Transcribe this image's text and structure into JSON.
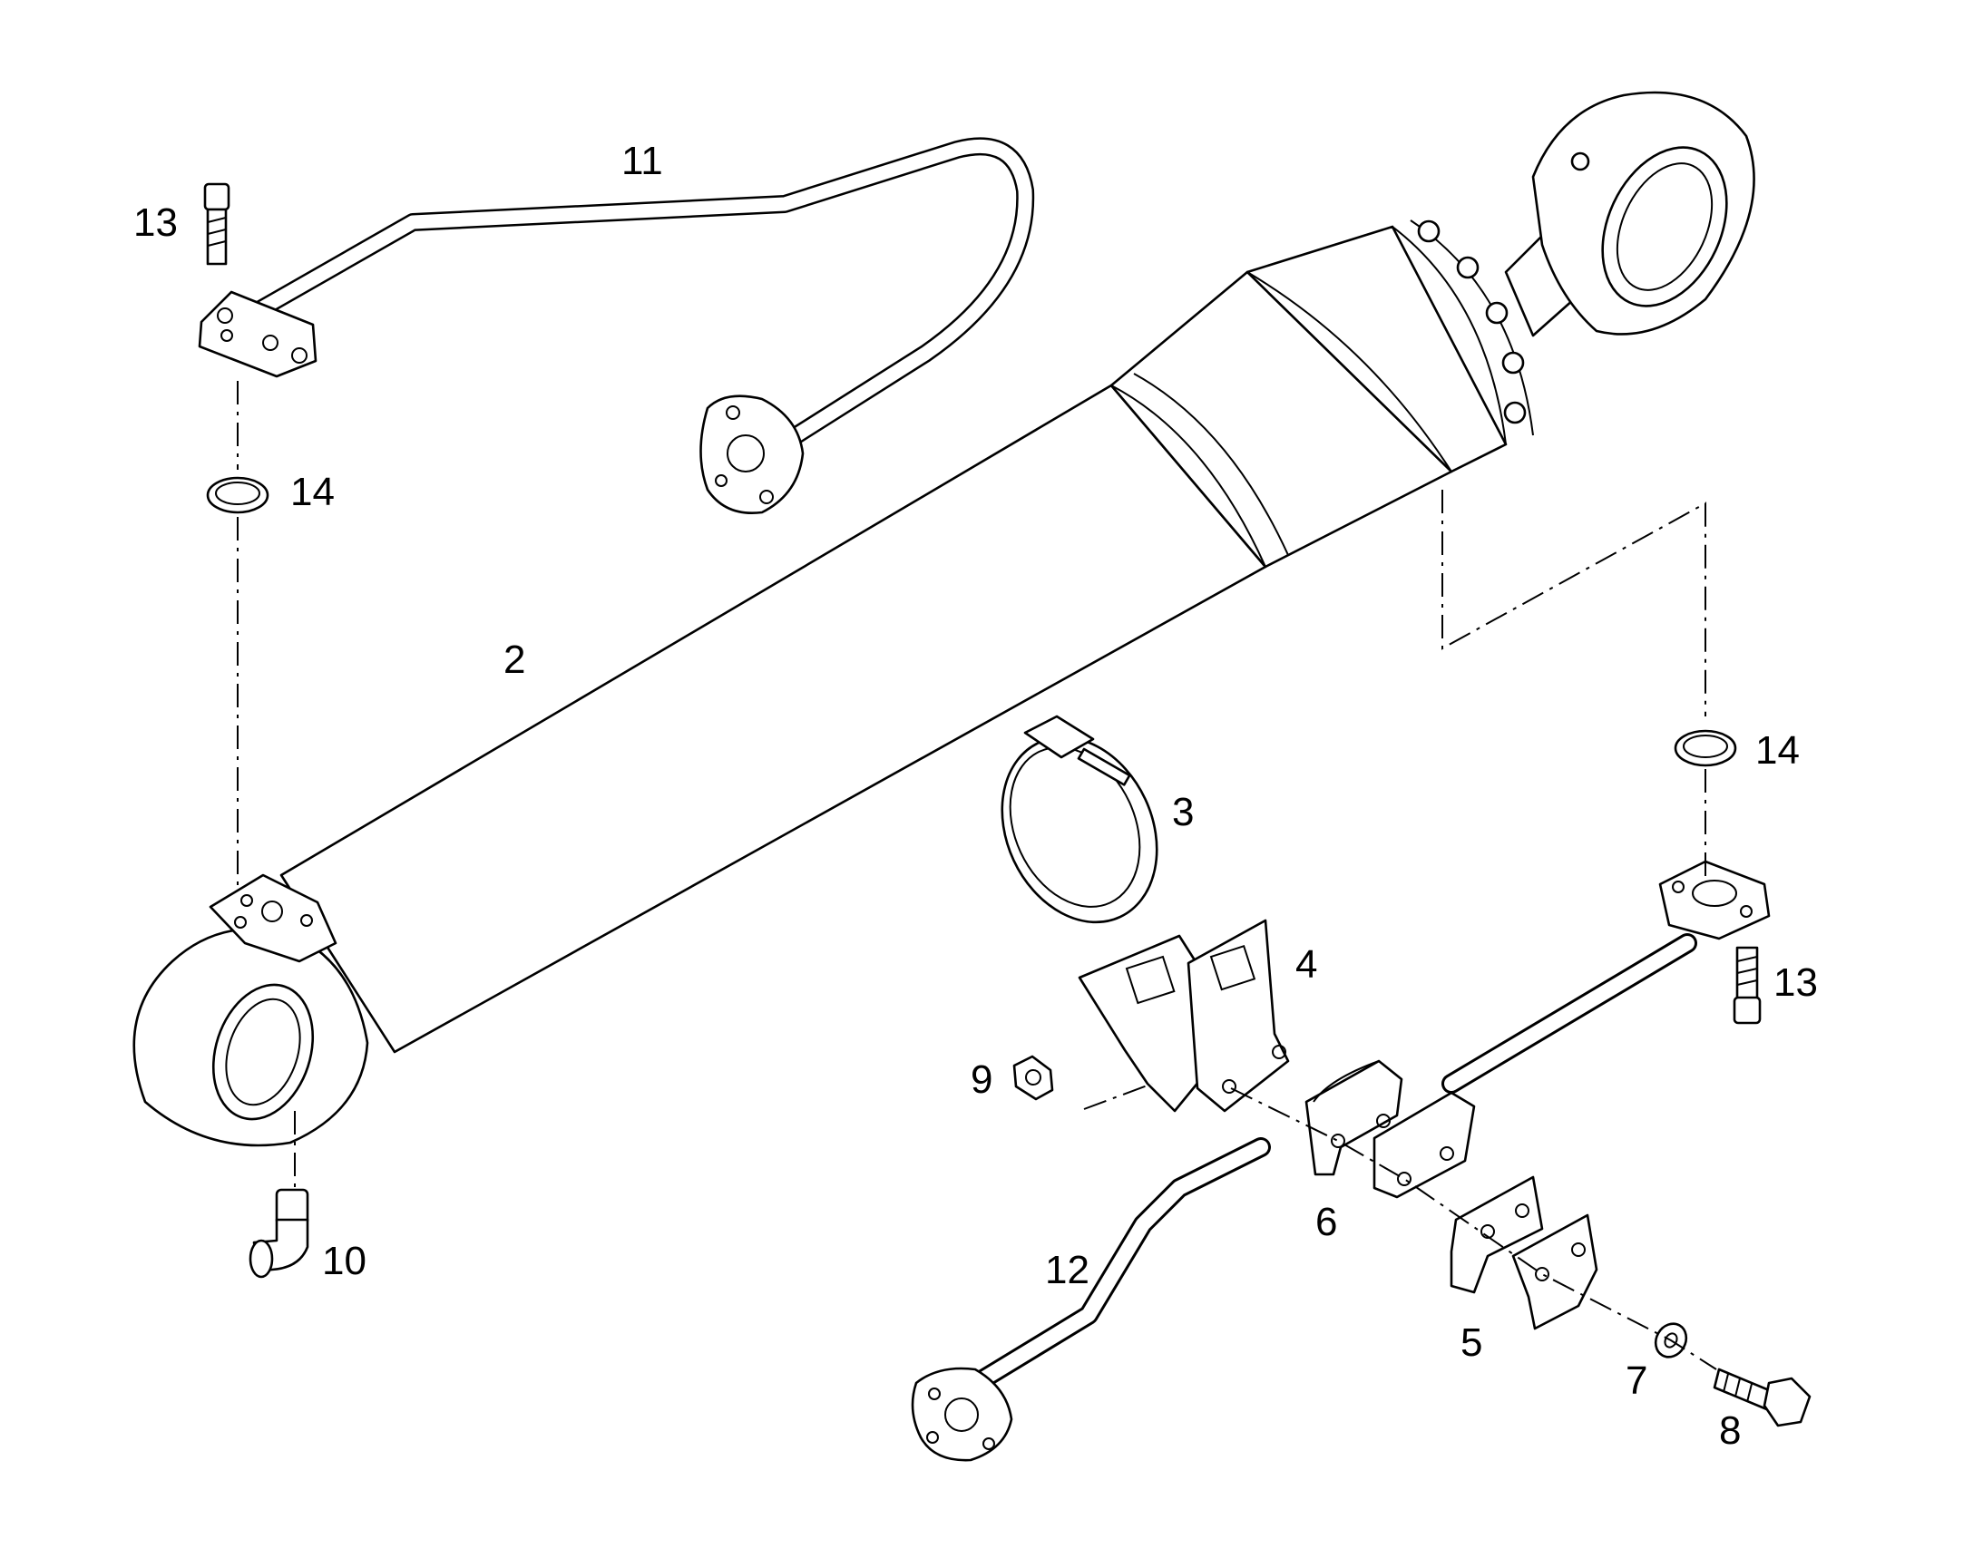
{
  "diagram": {
    "callouts": [
      {
        "id": "2",
        "label": "2"
      },
      {
        "id": "3",
        "label": "3"
      },
      {
        "id": "4",
        "label": "4"
      },
      {
        "id": "5",
        "label": "5"
      },
      {
        "id": "6",
        "label": "6"
      },
      {
        "id": "7",
        "label": "7"
      },
      {
        "id": "8",
        "label": "8"
      },
      {
        "id": "9",
        "label": "9"
      },
      {
        "id": "10",
        "label": "10"
      },
      {
        "id": "11",
        "label": "11"
      },
      {
        "id": "12",
        "label": "12"
      },
      {
        "id": "13a",
        "label": "13"
      },
      {
        "id": "13b",
        "label": "13"
      },
      {
        "id": "14a",
        "label": "14"
      },
      {
        "id": "14b",
        "label": "14"
      }
    ]
  }
}
